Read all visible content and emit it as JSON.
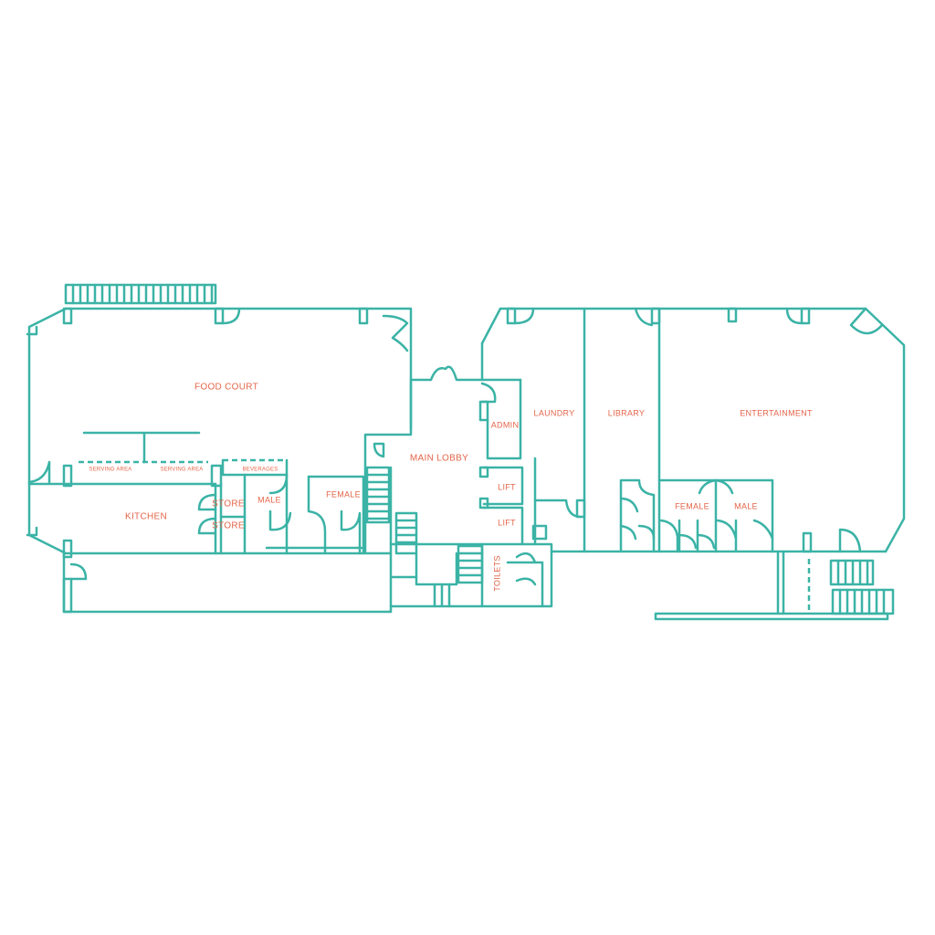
{
  "colors": {
    "walls": "#3bb3a6",
    "labels": "#e4654a",
    "background": "#ffffff"
  },
  "rooms": {
    "food_court": "FOOD COURT",
    "kitchen": "KITCHEN",
    "serving_area_1": "SERVING AREA",
    "serving_area_2": "SERVING AREA",
    "beverages": "BEVERAGES",
    "store_1": "STORE",
    "store_2": "STORE",
    "male_1": "MALE",
    "female_1": "FEMALE",
    "main_lobby": "MAIN LOBBY",
    "admin": "ADMIN",
    "lift_1": "LIFT",
    "lift_2": "LIFT",
    "toilets": "TOILETS",
    "laundry": "LAUNDRY",
    "library": "LIBRARY",
    "entertainment": "ENTERTAINMENT",
    "female_2": "FEMALE",
    "male_2": "MALE"
  }
}
